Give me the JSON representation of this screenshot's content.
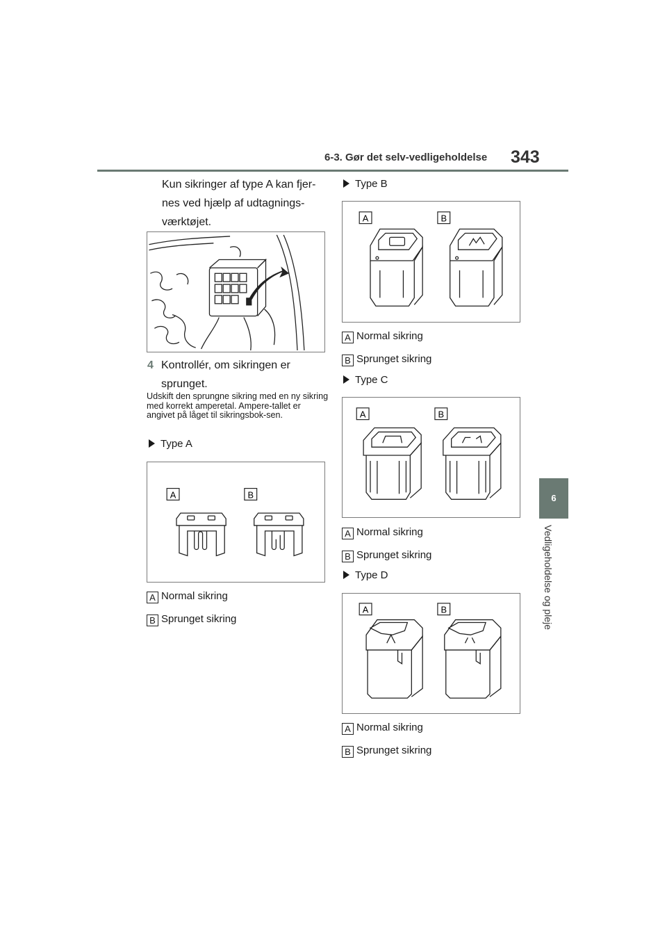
{
  "header": {
    "section": "6-3. Gør det selv-vedligeholdelse",
    "page_number": "343"
  },
  "side_tab": {
    "chapter": "6",
    "title": "Vedligeholdelse og pleje"
  },
  "left_column": {
    "lead_text": "Kun sikringer af type A kan fjer-nes ved hjælp af udtagnings-værktøjet.",
    "step_number": "4",
    "step_text": "Kontrollér, om sikringen er sprunget.",
    "note": "Udskift den sprungne sikring med en ny sikring med korrekt amperetal. Ampere-tallet er angivet på låget til sikringsbok-sen."
  },
  "fuse_types": [
    {
      "heading": "Type A",
      "fig_label_a": "A",
      "fig_label_b": "B",
      "legend_a_badge": "A",
      "legend_a": "Normal sikring",
      "legend_b_badge": "B",
      "legend_b": "Sprunget sikring"
    },
    {
      "heading": "Type B",
      "fig_label_a": "A",
      "fig_label_b": "B",
      "legend_a_badge": "A",
      "legend_a": "Normal sikring",
      "legend_b_badge": "B",
      "legend_b": "Sprunget sikring"
    },
    {
      "heading": "Type C",
      "fig_label_a": "A",
      "fig_label_b": "B",
      "legend_a_badge": "A",
      "legend_a": "Normal sikring",
      "legend_b_badge": "B",
      "legend_b": "Sprunget sikring"
    },
    {
      "heading": "Type D",
      "fig_label_a": "A",
      "fig_label_b": "B",
      "legend_a_badge": "A",
      "legend_a": "Normal sikring",
      "legend_b_badge": "B",
      "legend_b": "Sprunget sikring"
    }
  ],
  "colors": {
    "accent": "#6a7a73"
  }
}
